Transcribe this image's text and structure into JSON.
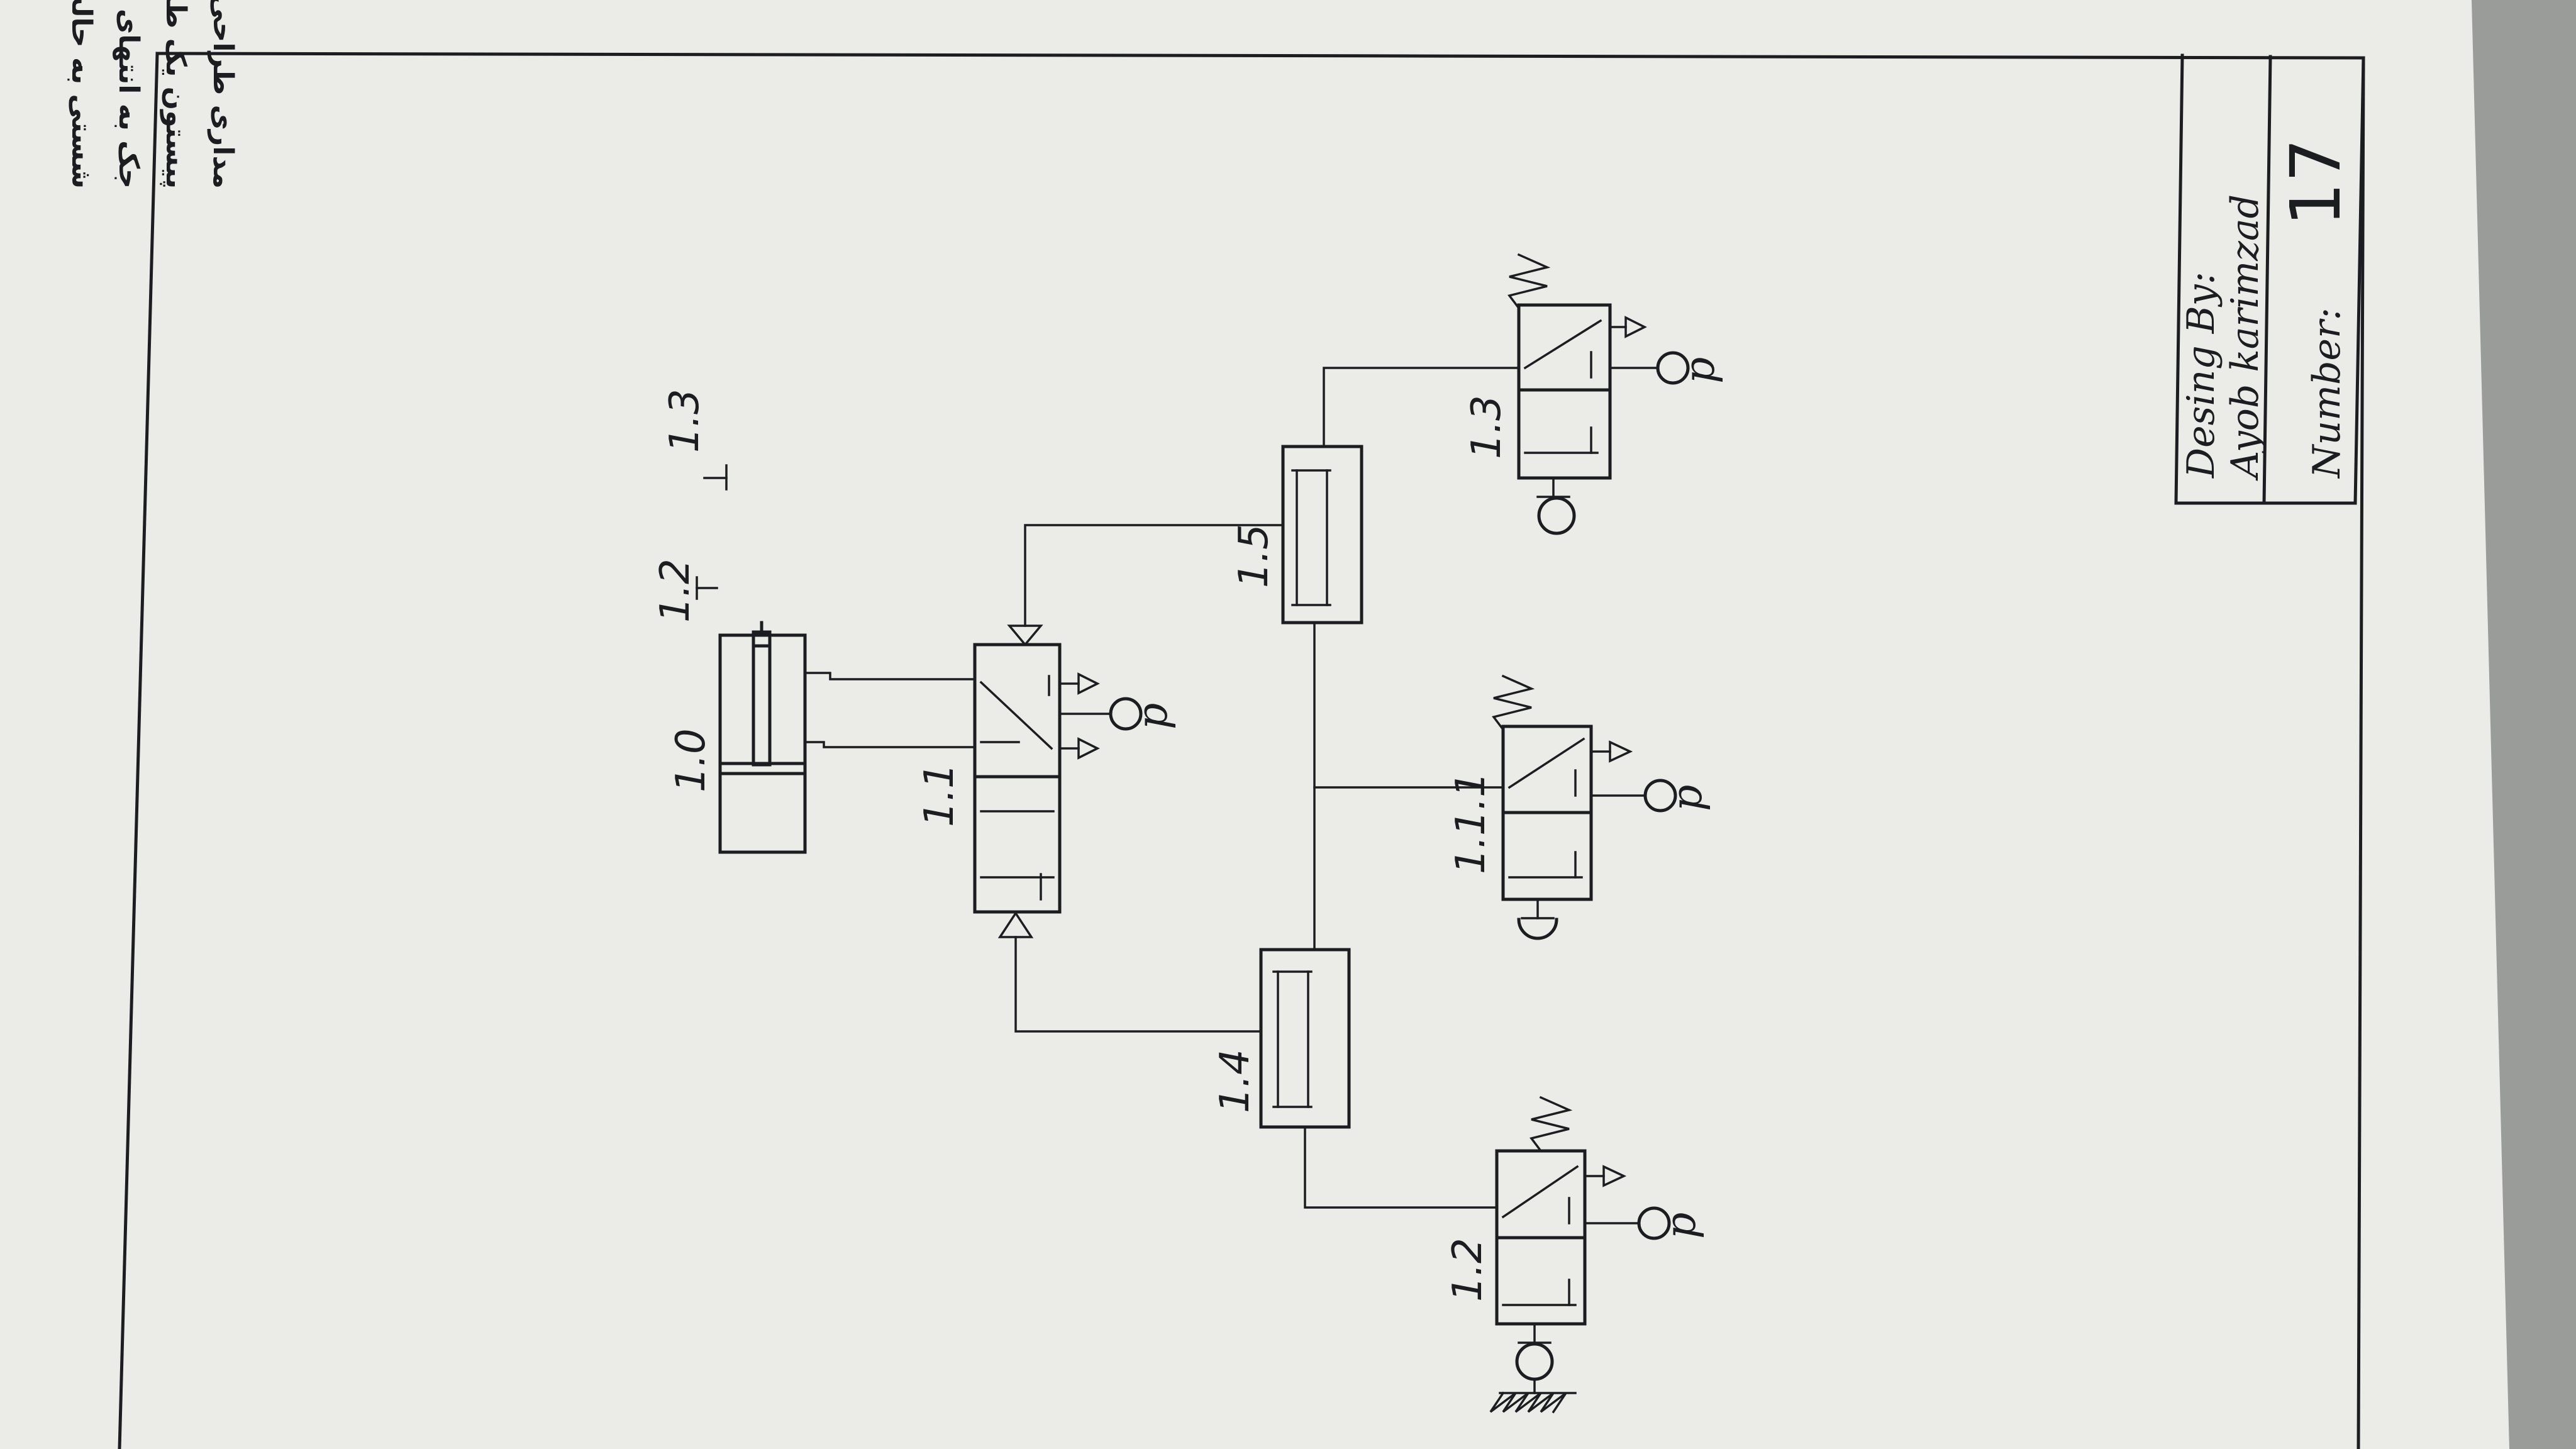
{
  "description_lines": [
    "مداری طراحی نمایید که با تحریک یک شستی سیلندر دو کاره با میله",
    "پیستون یک طرفه به سمت جلو حرکت نموده و پس از حصول اطمینان از اینکه",
    "جک به انتهای مسیر کورس خود رسید (یا هر نقطه دلخواه) با تحریک همان",
    "شستی به حالت اولیه باز گردد."
  ],
  "components": {
    "cylinder": "1.0",
    "main_valve": "1.1",
    "limit_a": "1.2",
    "limit_b": "1.3",
    "valve_left": "1.2",
    "valve_middle": "1.1.1",
    "valve_right": "1.3",
    "and_left": "1.4",
    "and_right": "1.5"
  },
  "pressure_symbol": "p",
  "title_block": {
    "design_label": "Desing By:",
    "designer": "Ayob karimzad",
    "number_label": "Number:",
    "number": "17"
  },
  "colors": {
    "paper": "#ebece8",
    "ink": "#1b1d20",
    "background": "#8d8f8c"
  }
}
